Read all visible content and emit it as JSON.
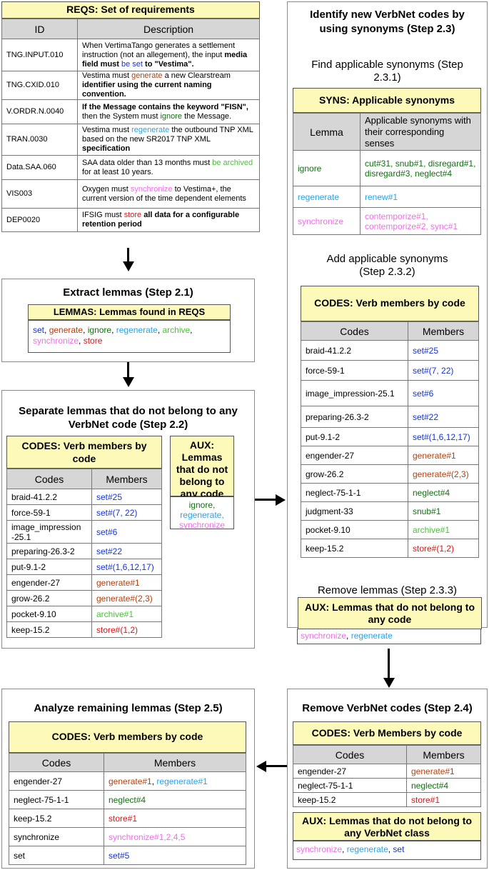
{
  "reqs": {
    "title": "REQS: Set of requirements",
    "col_id": "ID",
    "col_desc": "Description",
    "rows": [
      {
        "id": "TNG.INPUT.010",
        "d": [
          [
            "When VertimaTango generates a settlement instruction (not an allegement), the input ",
            ""
          ],
          [
            "media field must ",
            "b"
          ],
          [
            "be set",
            "blue"
          ],
          [
            " to \"Vestima\".",
            "b"
          ]
        ]
      },
      {
        "id": "TNG.CXID.010",
        "d": [
          [
            "Vestima must ",
            ""
          ],
          [
            "generate",
            "brown"
          ],
          [
            " a new Clearstream ",
            ""
          ],
          [
            "identifier using the current naming convention.",
            "b"
          ]
        ]
      },
      {
        "id": "V.ORDR.N.0040",
        "d": [
          [
            "If the Message contains the keyword \"FISN\",",
            "b"
          ],
          [
            " then the System must ",
            ""
          ],
          [
            "ignore",
            "dgreen"
          ],
          [
            " the Message.",
            ""
          ]
        ]
      },
      {
        "id": "TRAN.0030",
        "d": [
          [
            "Vestima must ",
            ""
          ],
          [
            "regenerate",
            "cyan"
          ],
          [
            " the outbound TNP XML based on the new SR2017 TNP XML ",
            ""
          ],
          [
            "specification",
            "b"
          ]
        ]
      },
      {
        "id": "Data.SAA.060",
        "d": [
          [
            "SAA data older than 13 months must ",
            ""
          ],
          [
            "be archived",
            "lgreen"
          ],
          [
            " for at least 10 years.",
            ""
          ]
        ]
      },
      {
        "id": "VIS003",
        "d": [
          [
            "Oxygen must ",
            ""
          ],
          [
            "synchronize",
            "pink"
          ],
          [
            " to Vestima+, the current version of the time dependent elements",
            ""
          ]
        ]
      },
      {
        "id": "DEP0020",
        "d": [
          [
            "IFSIG must ",
            ""
          ],
          [
            "store",
            "red"
          ],
          [
            " all data for a configurable retention period",
            "b"
          ]
        ]
      }
    ]
  },
  "step21": {
    "title": "Extract lemmas (Step 2.1)",
    "box_title": "LEMMAS: Lemmas found in REQS",
    "lemmas": [
      [
        "set",
        "blue"
      ],
      [
        ", ",
        ""
      ],
      [
        "generate",
        "brown"
      ],
      [
        ", ",
        ""
      ],
      [
        "ignore",
        "dgreen"
      ],
      [
        ", ",
        ""
      ],
      [
        "regenerate",
        "cyan"
      ],
      [
        ", ",
        ""
      ],
      [
        "archive",
        "lgreen"
      ],
      [
        ", ",
        ""
      ],
      [
        "synchronize",
        "pink"
      ],
      [
        ", ",
        ""
      ],
      [
        "store",
        "red"
      ]
    ]
  },
  "step22": {
    "title": "Separate lemmas that do not belong to any VerbNet code (Step 2.2)",
    "codes_title": "CODES: Verb members by code",
    "col_codes": "Codes",
    "col_members": "Members",
    "rows": [
      {
        "code": "braid-41.2.2",
        "m": "set#25",
        "c": "blue"
      },
      {
        "code": "force-59-1",
        "m": "set#(7, 22)",
        "c": "blue"
      },
      {
        "code": "image_impression -25.1",
        "m": "set#6",
        "c": "blue"
      },
      {
        "code": "preparing-26.3-2",
        "m": "set#22",
        "c": "blue"
      },
      {
        "code": "put-9.1-2",
        "m": "set#(1,6,12,17)",
        "c": "blue"
      },
      {
        "code": "engender-27",
        "m": "generate#1",
        "c": "brown"
      },
      {
        "code": "grow-26.2",
        "m": "generate#(2,3)",
        "c": "brown"
      },
      {
        "code": "pocket-9.10",
        "m": "archive#1",
        "c": "lgreen"
      },
      {
        "code": "keep-15.2",
        "m": "store#(1,2)",
        "c": "red"
      }
    ],
    "aux_title": "AUX: Lemmas that do not belong to any code",
    "aux_items": [
      [
        "ignore,",
        "dgreen"
      ],
      [
        "regenerate,",
        "cyan"
      ],
      [
        "synchronize",
        "pink"
      ]
    ]
  },
  "step23": {
    "title": "Identify new VerbNet codes by using synonyms (Step 2.3)",
    "sub1": "Find applicable synonyms (Step 2.3.1)",
    "syns_title": "SYNS: Applicable synonyms",
    "col_lemma": "Lemma",
    "col_syn": "Applicable synonyms with their corresponding senses",
    "syns": [
      {
        "lemma": "ignore",
        "syn": "cut#31, snub#1, disregard#1, disregard#3, neglect#4",
        "c": "dgreen"
      },
      {
        "lemma": "regenerate",
        "syn": "renew#1",
        "c": "cyan"
      },
      {
        "lemma": "synchronize",
        "syn": "contemporize#1, contemporize#2, sync#1",
        "c": "pink"
      }
    ],
    "sub2": "Add applicable synonyms (Step 2.3.2)",
    "codes_title": "CODES: Verb members by code",
    "col_codes": "Codes",
    "col_members": "Members",
    "rows": [
      {
        "code": "braid-41.2.2",
        "m": "set#25",
        "c": "blue"
      },
      {
        "code": "force-59-1",
        "m": "set#(7, 22)",
        "c": "blue"
      },
      {
        "code": "image_impression-25.1",
        "m": "set#6",
        "c": "blue"
      },
      {
        "code": "preparing-26.3-2",
        "m": "set#22",
        "c": "blue"
      },
      {
        "code": "put-9.1-2",
        "m": "set#(1,6,12,17)",
        "c": "blue"
      },
      {
        "code": "engender-27",
        "m": "generate#1",
        "c": "brown"
      },
      {
        "code": "grow-26.2",
        "m": "generate#(2,3)",
        "c": "brown"
      },
      {
        "code": "neglect-75-1-1",
        "m": "neglect#4",
        "c": "dgreen"
      },
      {
        "code": "judgment-33",
        "m": "snub#1",
        "c": "dgreen"
      },
      {
        "code": "pocket-9.10",
        "m": "archive#1",
        "c": "lgreen"
      },
      {
        "code": "keep-15.2",
        "m": "store#(1,2)",
        "c": "red"
      }
    ],
    "sub3": "Remove lemmas (Step 2.3.3)",
    "aux_title": "AUX: Lemmas that do not belong to any code",
    "aux_items": [
      [
        "synchronize",
        "pink"
      ],
      [
        ", ",
        ""
      ],
      [
        "regenerate",
        "cyan"
      ]
    ]
  },
  "step24": {
    "title": "Remove VerbNet codes (Step 2.4)",
    "codes_title": "CODES: Verb Members by code",
    "col_codes": "Codes",
    "col_members": "Members",
    "rows": [
      {
        "code": "engender-27",
        "m": "generate#1",
        "c": "brown"
      },
      {
        "code": "neglect-75-1-1",
        "m": "neglect#4",
        "c": "dgreen"
      },
      {
        "code": "keep-15.2",
        "m": "store#1",
        "c": "red"
      }
    ],
    "aux_title": "AUX: Lemmas that do not belong to any VerbNet class",
    "aux_items": [
      [
        "synchronize",
        "pink"
      ],
      [
        ", ",
        ""
      ],
      [
        "regenerate",
        "cyan"
      ],
      [
        ", ",
        ""
      ],
      [
        "set",
        "blue"
      ]
    ]
  },
  "step25": {
    "title": "Analyze remaining lemmas (Step 2.5)",
    "codes_title": "CODES: Verb members by code",
    "col_codes": "Codes",
    "col_members": "Members",
    "rows": [
      {
        "code": "engender-27",
        "m": [
          [
            "generate#1",
            "brown"
          ],
          [
            ", ",
            ""
          ],
          [
            "regenerate#1",
            "cyan"
          ]
        ]
      },
      {
        "code": "neglect-75-1-1",
        "m": [
          [
            "neglect#4",
            "dgreen"
          ]
        ]
      },
      {
        "code": "keep-15.2",
        "m": [
          [
            "store#1",
            "red"
          ]
        ]
      },
      {
        "code": "synchronize",
        "m": [
          [
            "synchronize#1,2,4,5",
            "pink"
          ]
        ]
      },
      {
        "code": "set",
        "m": [
          [
            "set#5",
            "blue"
          ]
        ]
      }
    ]
  }
}
